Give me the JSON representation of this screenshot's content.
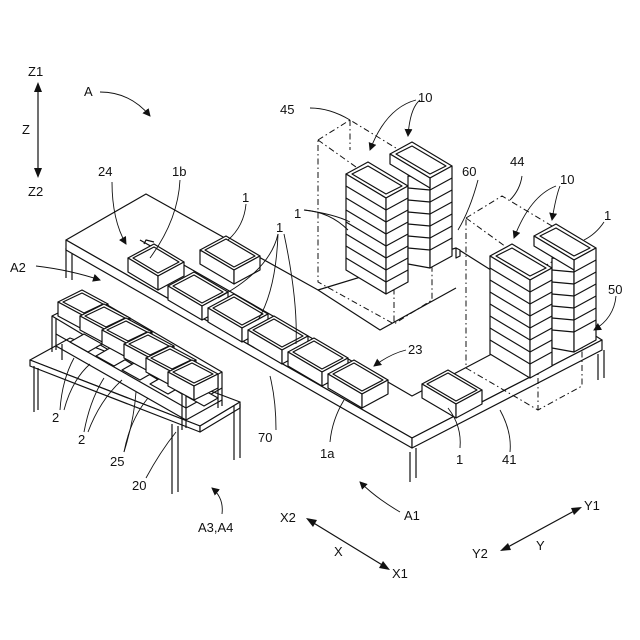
{
  "figure": {
    "labels": {
      "A": "A",
      "A1": "A1",
      "A2": "A2",
      "A3A4": "A3,A4",
      "Z1": "Z1",
      "Z": "Z",
      "Z2": "Z2",
      "X1": "X1",
      "X2": "X2",
      "X": "X",
      "Y1": "Y1",
      "Y2": "Y2",
      "Y": "Y",
      "n1": "1",
      "n1a": "1a",
      "n1b": "1b",
      "n2": "2",
      "n10": "10",
      "n20": "20",
      "n23": "23",
      "n24": "24",
      "n25": "25",
      "n41": "41",
      "n44": "44",
      "n45": "45",
      "n50": "50",
      "n60": "60",
      "n70": "70"
    }
  }
}
